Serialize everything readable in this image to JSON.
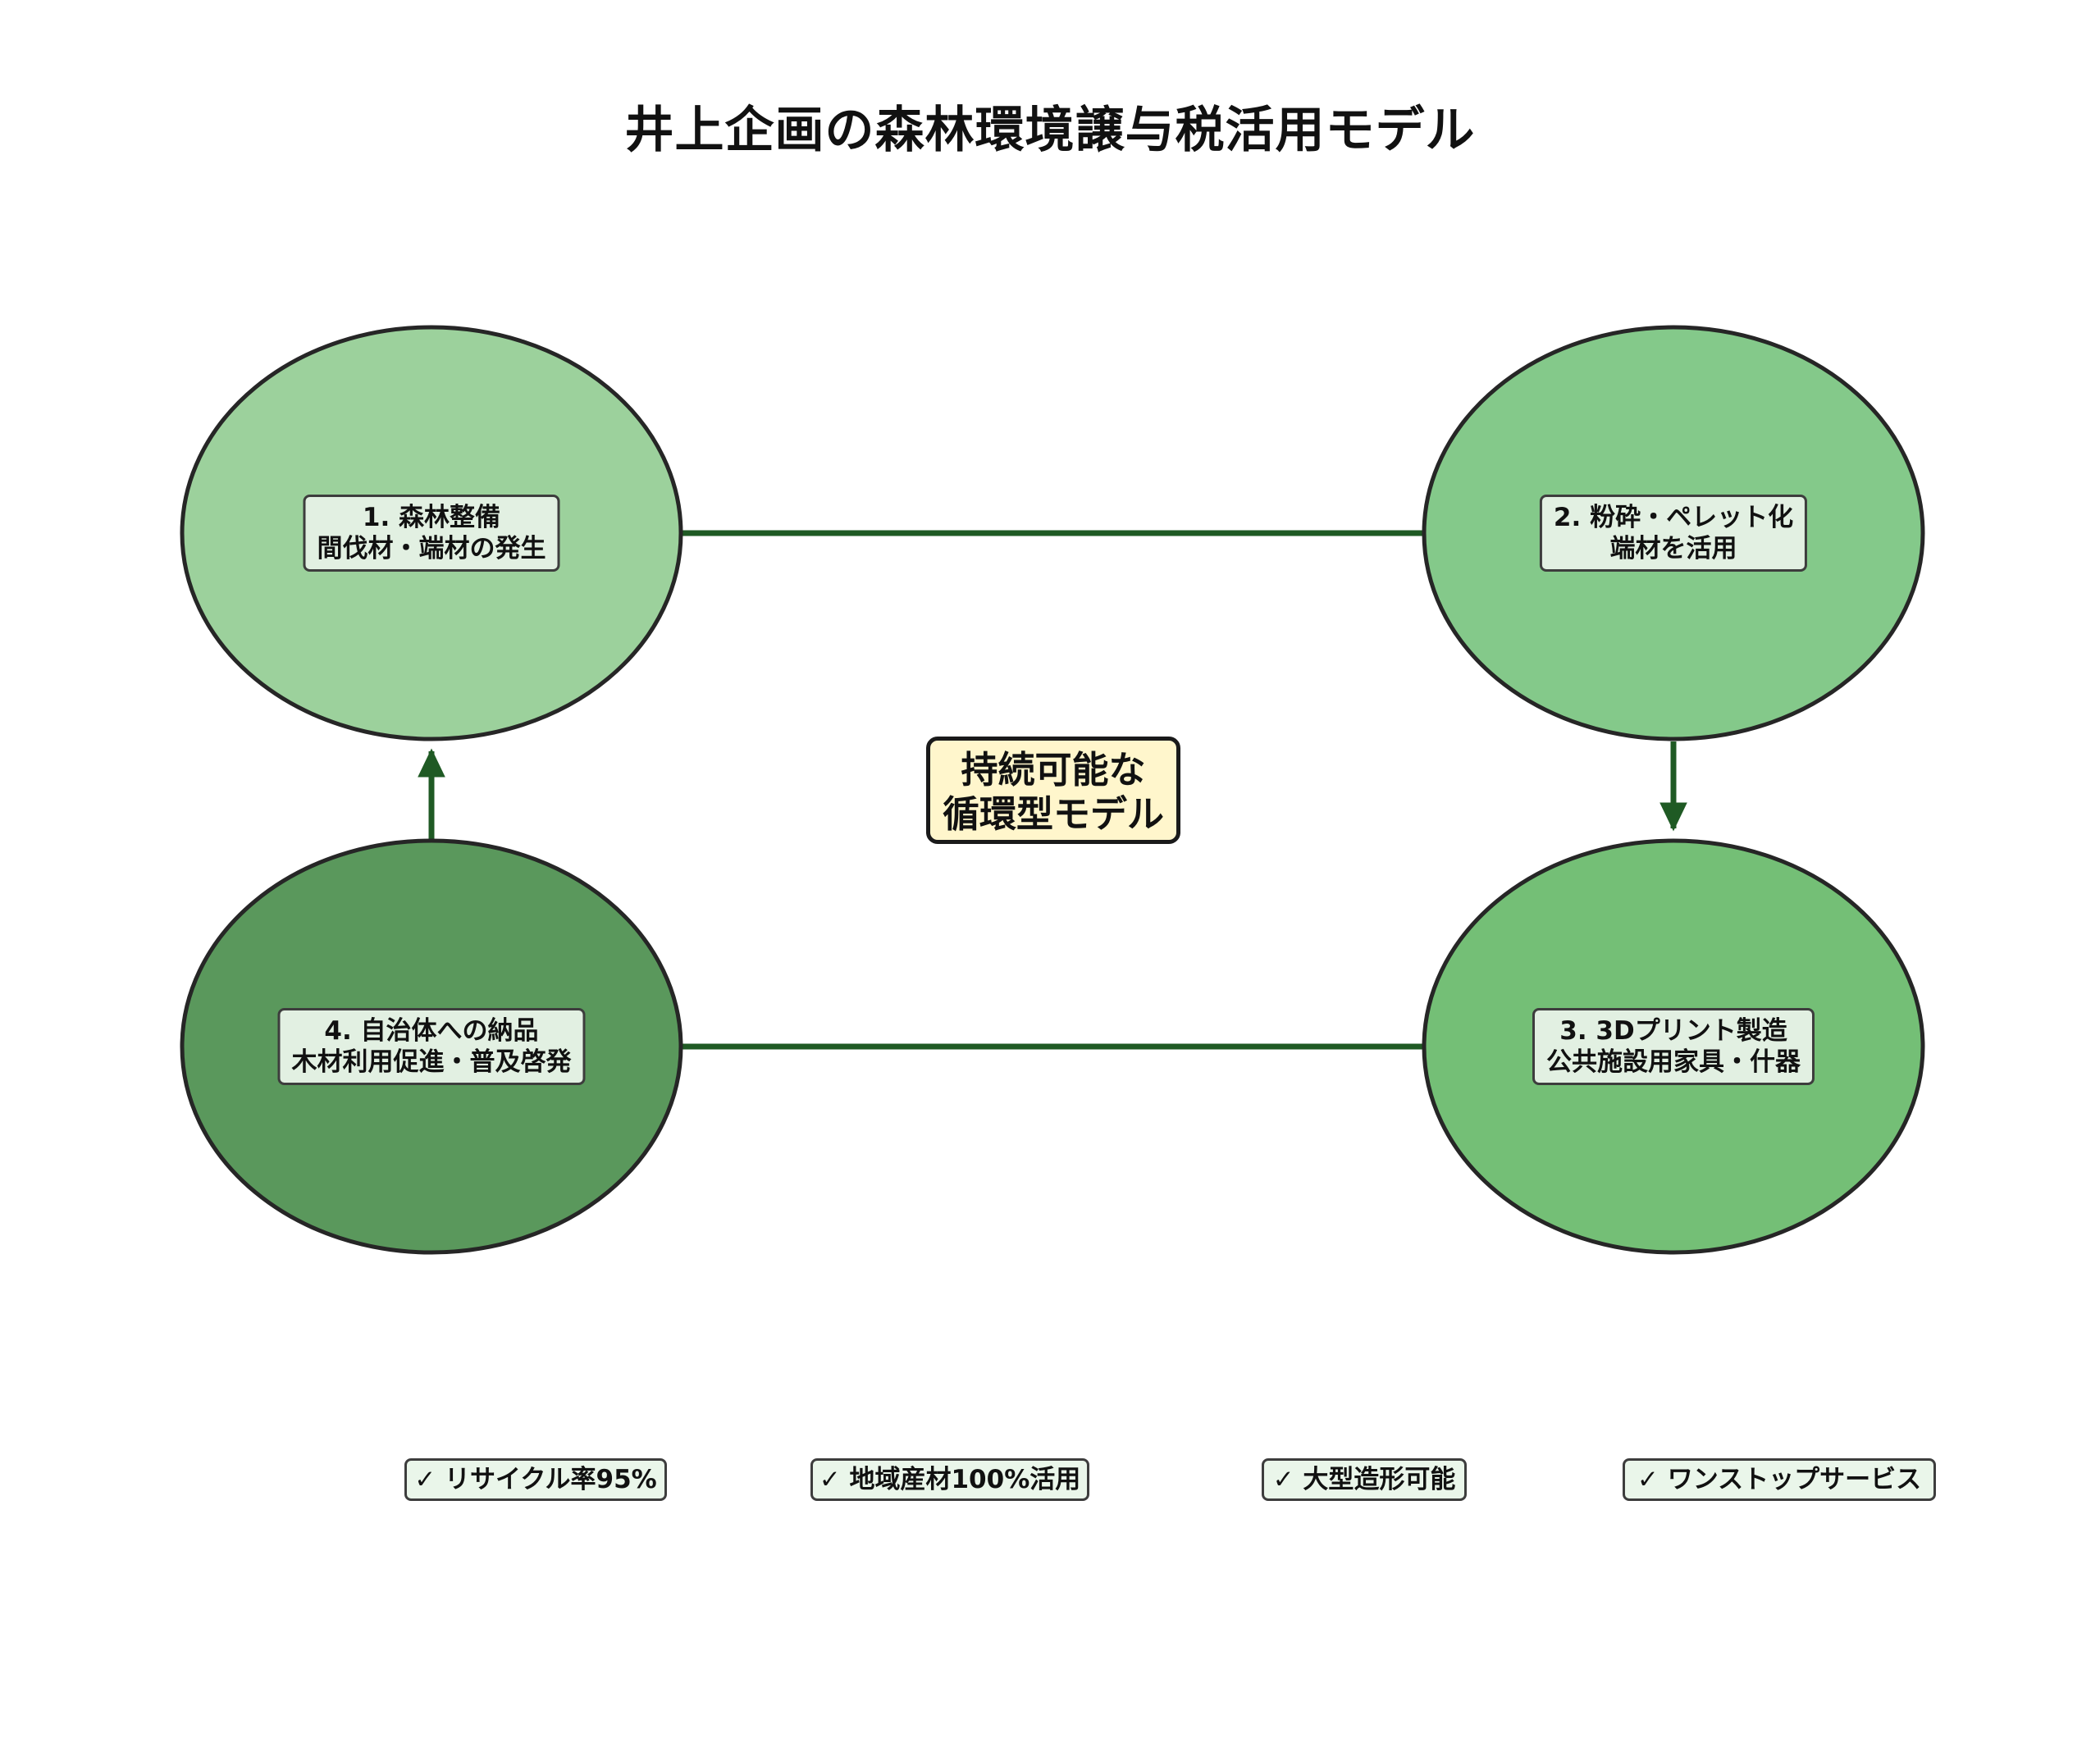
{
  "title": "井上企画の森林環境譲与税活用モデル",
  "colors": {
    "node1": "#9cd19c",
    "node2": "#84c98a",
    "node3": "#74bf76",
    "node4": "#5a985c",
    "arrow": "#1f5a24",
    "center_fill": "#fff6cc",
    "feature_fill": "#eaf6ea"
  },
  "nodes": [
    {
      "id": "n1",
      "line1": "1. 森林整備",
      "line2": "間伐材・端材の発生"
    },
    {
      "id": "n2",
      "line1": "2. 粉砕・ペレット化",
      "line2": "端材を活用"
    },
    {
      "id": "n3",
      "line1": "3. 3Dプリント製造",
      "line2": "公共施設用家具・什器"
    },
    {
      "id": "n4",
      "line1": "4. 自治体への納品",
      "line2": "木材利用促進・普及啓発"
    }
  ],
  "center": {
    "line1": "持続可能な",
    "line2": "循環型モデル"
  },
  "edges": [
    {
      "from": "n1",
      "to": "n2"
    },
    {
      "from": "n2",
      "to": "n3"
    },
    {
      "from": "n3",
      "to": "n4"
    },
    {
      "from": "n4",
      "to": "n1"
    }
  ],
  "features": [
    "✓ リサイクル率95%",
    "✓ 地域産材100%活用",
    "✓ 大型造形可能",
    "✓ ワンストップサービス"
  ]
}
